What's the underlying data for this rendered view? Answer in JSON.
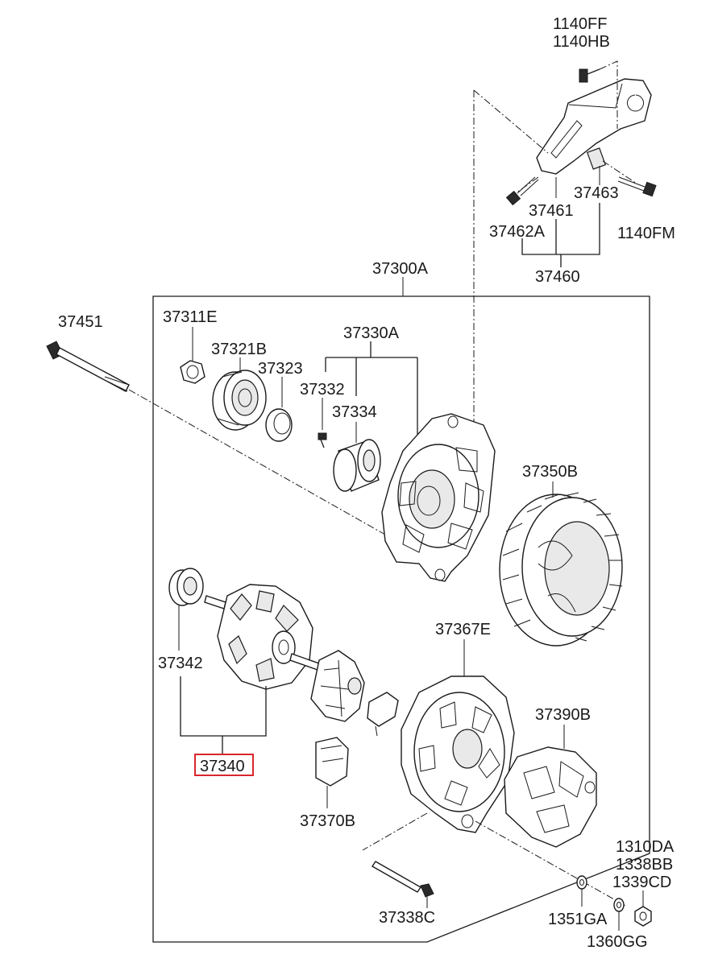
{
  "labels": {
    "p1140FF": "1140FF",
    "p1140HB": "1140HB",
    "p37461": "37461",
    "p37463": "37463",
    "p37462A": "37462A",
    "p1140FM": "1140FM",
    "p37460": "37460",
    "p37300A": "37300A",
    "p37451": "37451",
    "p37311E": "37311E",
    "p37321B": "37321B",
    "p37323": "37323",
    "p37330A": "37330A",
    "p37332": "37332",
    "p37334": "37334",
    "p37350B": "37350B",
    "p37342": "37342",
    "p37340": "37340",
    "p37367E": "37367E",
    "p37390B": "37390B",
    "p37370B": "37370B",
    "p37338C": "37338C",
    "p1310DA": "1310DA",
    "p1338BB": "1338BB",
    "p1339CD": "1339CD",
    "p1351GA": "1351GA",
    "p1360GG": "1360GG"
  },
  "colors": {
    "line": "#1a1a1a",
    "highlight": "#d9262c",
    "background": "#ffffff"
  }
}
